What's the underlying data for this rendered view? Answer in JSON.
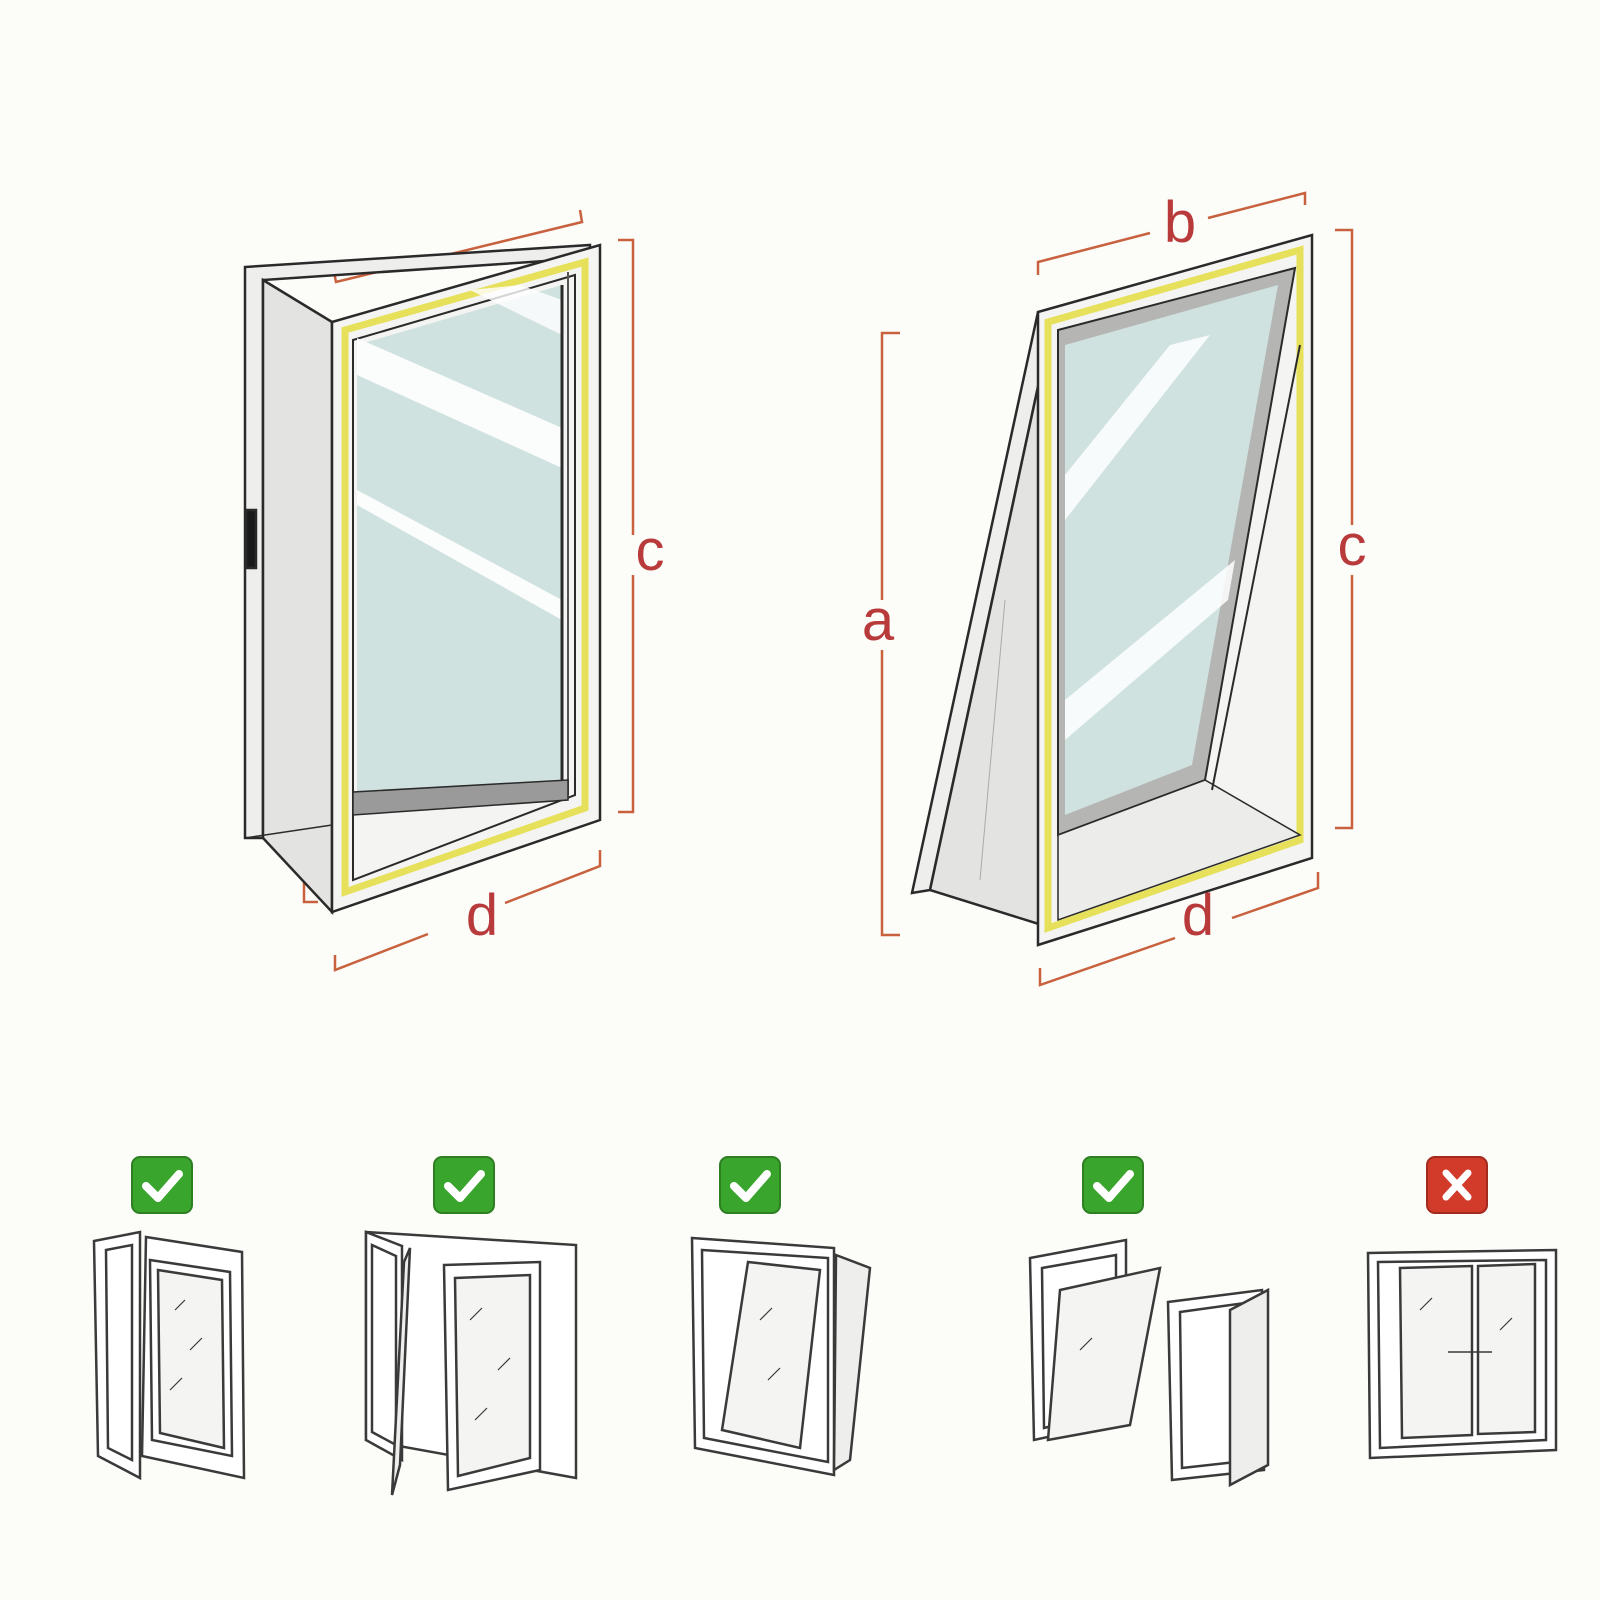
{
  "colors": {
    "background": "#fcfcf9",
    "dimension": "#c8613e",
    "label": "#b83a3a",
    "seal": "#e6e05a",
    "glass": "#cfe2e0",
    "frame": "#2a2a2a",
    "ok_badge": "#3aa52d",
    "no_badge": "#d23a2a"
  },
  "diagram_left": {
    "label_c": "c",
    "label_d": "d"
  },
  "diagram_right": {
    "label_a": "a",
    "label_b": "b",
    "label_c": "c",
    "label_d": "d"
  },
  "window_types": [
    {
      "type": "casement-side-hung",
      "allowed": true,
      "badge_icon": "check-icon"
    },
    {
      "type": "casement-double-open",
      "allowed": true,
      "badge_icon": "check-icon"
    },
    {
      "type": "tilt-in",
      "allowed": true,
      "badge_icon": "check-icon"
    },
    {
      "type": "top-hung-and-side-hung",
      "allowed": true,
      "badge_icon": "check-icon"
    },
    {
      "type": "sliding",
      "allowed": false,
      "badge_icon": "cross-icon"
    }
  ]
}
